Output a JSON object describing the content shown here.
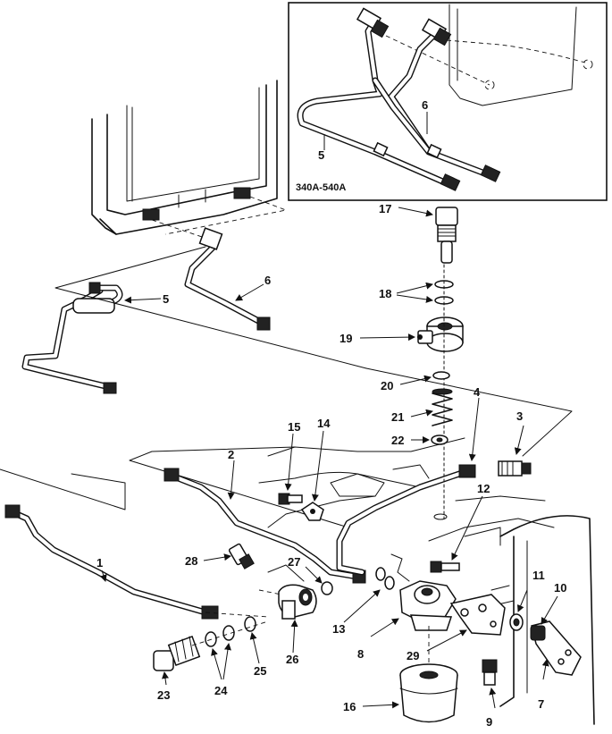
{
  "inset": {
    "caption": "340A-540A"
  },
  "callouts": [
    "1",
    "2",
    "3",
    "4",
    "5",
    "6",
    "7",
    "8",
    "9",
    "10",
    "11",
    "12",
    "13",
    "14",
    "15",
    "16",
    "17",
    "18",
    "19",
    "20",
    "21",
    "22",
    "23",
    "24",
    "25",
    "26",
    "27",
    "28",
    "29",
    "5",
    "6"
  ],
  "arrow_marker": "arrow-head"
}
